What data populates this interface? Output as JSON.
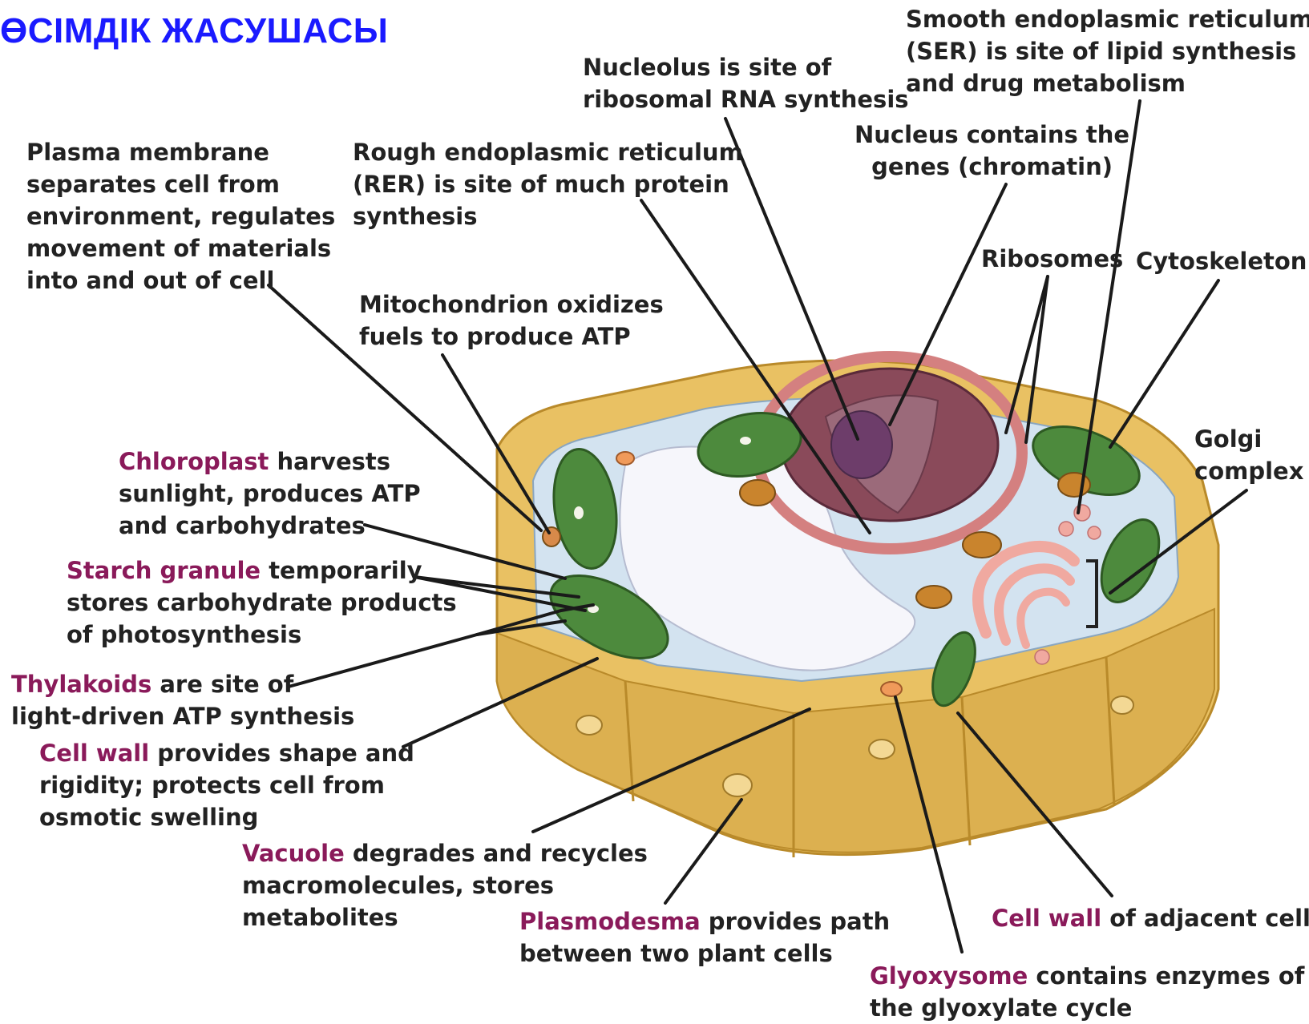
{
  "title": "ӨСІМДІК ЖАСУШАСЫ",
  "colors": {
    "title": "#1a1aff",
    "term": "#8a1a5a",
    "text": "#222222",
    "cell_wall": "#e9c163",
    "cytoplasm": "#d3e3f0",
    "vacuole": "#f6f6fb",
    "nucleus": "#8a4a5a",
    "nucleolus": "#6d3d6a",
    "er": "#d48080",
    "golgi": "#f0a9a0",
    "chloroplast": "#4d8a3d",
    "mitochondrion": "#c9842d"
  },
  "labels": {
    "ser": [
      "Smooth endoplasmic reticulum",
      "(SER) is site of lipid synthesis",
      "and drug metabolism"
    ],
    "nucleolus": [
      "Nucleolus is site of",
      "ribosomal RNA synthesis"
    ],
    "plasma": [
      "Plasma membrane",
      "separates cell from",
      "environment, regulates",
      "movement of materials",
      "into and out of cell"
    ],
    "rer": [
      "Rough endoplasmic reticulum",
      "(RER) is site of much protein",
      "synthesis"
    ],
    "nucleus": [
      "Nucleus contains the",
      "genes (chromatin)"
    ],
    "ribosomes": "Ribosomes",
    "cytoskeleton": "Cytoskeleton",
    "mitochondrion": [
      "Mitochondrion oxidizes",
      "fuels to produce ATP"
    ],
    "golgi": [
      "Golgi",
      "complex"
    ],
    "chloroplast": {
      "term": "Chloroplast",
      "rest": " harvests",
      "lines": [
        "sunlight, produces ATP",
        "and carbohydrates"
      ]
    },
    "starch": {
      "term": "Starch granule",
      "rest": " temporarily",
      "lines": [
        "stores carbohydrate products",
        "of photosynthesis"
      ]
    },
    "thylakoids": {
      "term": "Thylakoids",
      "rest": " are site of",
      "lines": [
        "light-driven ATP synthesis"
      ]
    },
    "cellwall": {
      "term": "Cell wall",
      "rest": " provides shape and",
      "lines": [
        "rigidity; protects cell from",
        "osmotic swelling"
      ]
    },
    "vacuole": {
      "term": "Vacuole",
      "rest": " degrades and recycles",
      "lines": [
        "macromolecules, stores",
        "metabolites"
      ]
    },
    "plasmodesma": {
      "term": "Plasmodesma",
      "rest": " provides path",
      "lines": [
        "between two plant cells"
      ]
    },
    "adjacent": {
      "term": "Cell wall",
      "rest": " of adjacent cell",
      "lines": []
    },
    "glyoxysome": {
      "term": "Glyoxysome",
      "rest": " contains enzymes of",
      "lines": [
        "the glyoxylate cycle"
      ]
    }
  }
}
